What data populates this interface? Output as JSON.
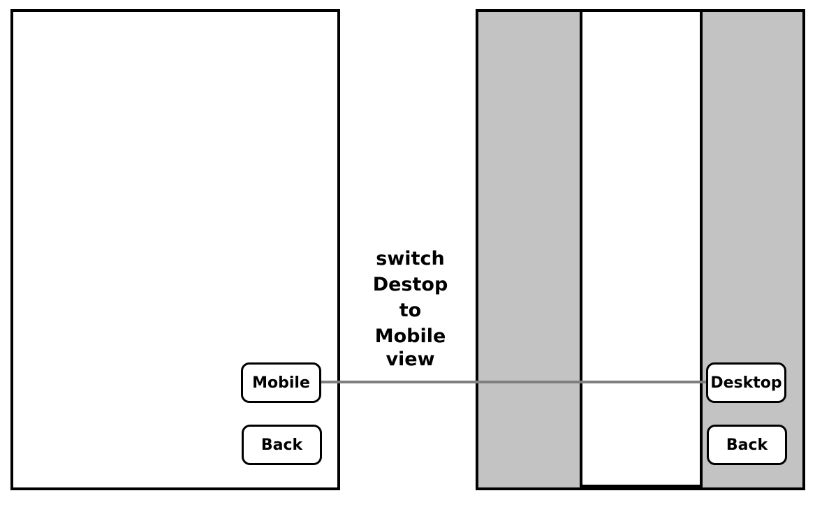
{
  "left_screen": {
    "mobile_button_label": "Mobile",
    "back_button_label": "Back"
  },
  "right_screen": {
    "desktop_button_label": "Desktop",
    "back_button_label": "Back"
  },
  "annotation": {
    "lines": [
      "switch",
      "Destop",
      "to",
      "Mobile",
      "view"
    ]
  },
  "colors": {
    "frame_border": "#000000",
    "mobile_side_margin": "#c3c3c3",
    "connector_line": "#7f7f7f",
    "background": "#ffffff"
  }
}
